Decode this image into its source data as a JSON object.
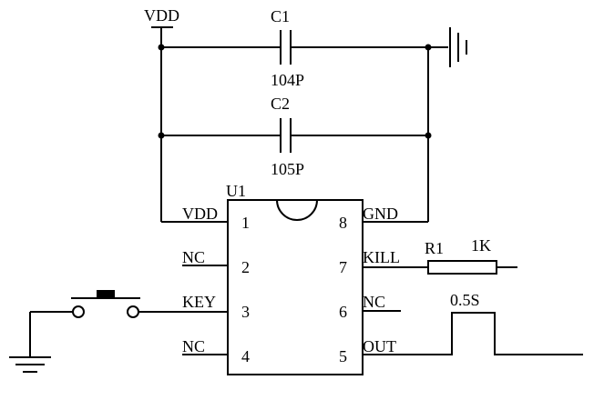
{
  "diagram": {
    "supply_label": "VDD",
    "capacitors": [
      {
        "ref": "C1",
        "value": "104P"
      },
      {
        "ref": "C2",
        "value": "105P"
      }
    ],
    "ic": {
      "ref": "U1",
      "pins_left": [
        {
          "number": "1",
          "label": "VDD"
        },
        {
          "number": "2",
          "label": "NC"
        },
        {
          "number": "3",
          "label": "KEY"
        },
        {
          "number": "4",
          "label": "NC"
        }
      ],
      "pins_right": [
        {
          "number": "8",
          "label": "GND"
        },
        {
          "number": "7",
          "label": "KILL"
        },
        {
          "number": "6",
          "label": "NC"
        },
        {
          "number": "5",
          "label": "OUT"
        }
      ]
    },
    "resistor": {
      "ref": "R1",
      "value": "1K"
    },
    "pulse_label": "0.5S"
  }
}
